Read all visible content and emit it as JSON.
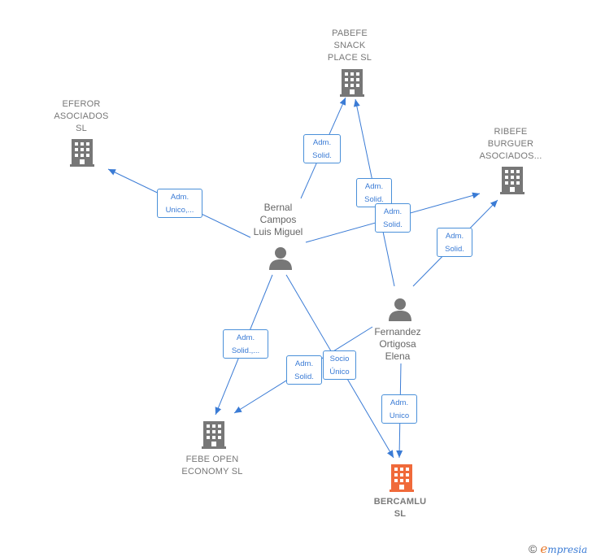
{
  "colors": {
    "edge": "#3a7bd5",
    "node_gray": "#777777",
    "main_node": "#f06a3a"
  },
  "nodes": {
    "pabefe": {
      "lines": [
        "PABEFE",
        "SNACK",
        "PLACE  SL"
      ]
    },
    "eferor": {
      "lines": [
        "EFEROR",
        "ASOCIADOS",
        "SL"
      ]
    },
    "ribefe": {
      "lines": [
        "RIBEFE",
        "BURGUER",
        "ASOCIADOS..."
      ]
    },
    "bernal": {
      "lines": [
        "Bernal",
        "Campos",
        "Luis Miguel"
      ]
    },
    "fernandez": {
      "lines": [
        "Fernandez",
        "Ortigosa",
        "Elena"
      ]
    },
    "febe": {
      "lines": [
        "FEBE OPEN",
        "ECONOMY  SL"
      ]
    },
    "bercamlu": {
      "lines": [
        "BERCAMLU",
        "SL"
      ]
    }
  },
  "edges": [
    {
      "id": "e1",
      "lines": [
        "Adm.",
        "Solid."
      ]
    },
    {
      "id": "e2",
      "lines": [
        "Adm.",
        "Unico,..."
      ]
    },
    {
      "id": "e3",
      "lines": [
        "Adm.",
        "Solid."
      ]
    },
    {
      "id": "e4",
      "lines": [
        "Adm.",
        "Solid."
      ]
    },
    {
      "id": "e5",
      "lines": [
        "Adm.",
        "Solid."
      ]
    },
    {
      "id": "e6",
      "lines": [
        "Adm.",
        "Solid.,..."
      ]
    },
    {
      "id": "e7",
      "lines": [
        "Adm.",
        "Solid."
      ]
    },
    {
      "id": "e8",
      "lines": [
        "Socio",
        "Único"
      ]
    },
    {
      "id": "e9",
      "lines": [
        "Adm.",
        "Unico"
      ]
    }
  ],
  "brand": {
    "copyright": "©",
    "first_letter": "e",
    "rest": "mpresia"
  }
}
